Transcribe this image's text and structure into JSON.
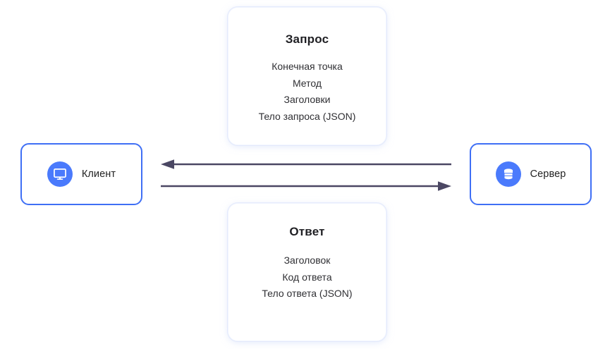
{
  "diagram": {
    "title": "Client-Server Request/Response",
    "colors": {
      "node_border": "#3f6ff5",
      "icon_circle": "#4a7afc",
      "arrow": "#4b4763",
      "card_border": "#e1e8fc",
      "background": "#ffffff",
      "text": "#2f2f33"
    },
    "nodes": [
      {
        "id": "client",
        "label": "Клиент",
        "icon": "monitor-icon"
      },
      {
        "id": "server",
        "label": "Сервер",
        "icon": "database-icon"
      }
    ],
    "cards": [
      {
        "id": "request",
        "title": "Запрос",
        "lines": [
          "Конечная точка",
          "Метод",
          "Заголовки",
          "Тело запроса (JSON)"
        ]
      },
      {
        "id": "response",
        "title": "Ответ",
        "lines": [
          "Заголовок",
          "Код ответа",
          "Тело ответа (JSON)"
        ]
      }
    ],
    "arrows": [
      {
        "id": "to-client",
        "direction": "left",
        "from": "server",
        "to": "client",
        "describes": "response"
      },
      {
        "id": "to-server",
        "direction": "right",
        "from": "client",
        "to": "server",
        "describes": "request"
      }
    ]
  }
}
